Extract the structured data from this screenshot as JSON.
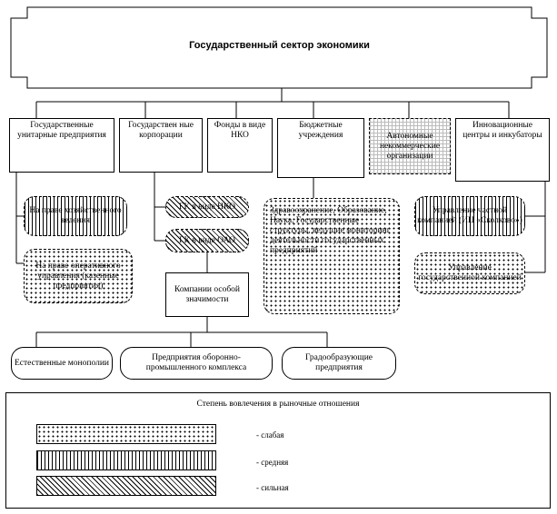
{
  "title": "Государственный сектор экономики",
  "categories": {
    "unitary": "Государственные унитарные предприятия",
    "corporations": "Государствен ные корпорации",
    "funds": "Фонды в виде НКО",
    "budget": "Бюджетные учреждения",
    "autonomous": "Автономные некоммерческие организации",
    "innovation": "Инновационные центры и инкубаторы"
  },
  "unitary_subs": {
    "economic": "На праве хозяйственного ведения",
    "operative": "На праве оперативного управления (казенные предприятия)"
  },
  "corporation_subs": {
    "nko": "ГК в виде НКО",
    "oao": "ГК в виде ОАО",
    "special": "Компании особой значимости"
  },
  "budget_sub": "Здравоохранение, Образование, Наука, Государственные структуры, ведущие мониторинг деятельности государственных предприятий",
  "innovation_subs": {
    "private": "Управление частной компанией (ИЦ «Сколково»)",
    "state": "Управление государственной компанией"
  },
  "bottom": {
    "monopolies": "Естественные монополии",
    "defense": "Предприятия оборонно-промышленного комплекса",
    "cityforming": "Градообразующие предприятия"
  },
  "legend": {
    "title": "Степень вовлечения в рыночные отношения",
    "weak": "- слабая",
    "medium": "- средняя",
    "strong": "- сильная"
  }
}
